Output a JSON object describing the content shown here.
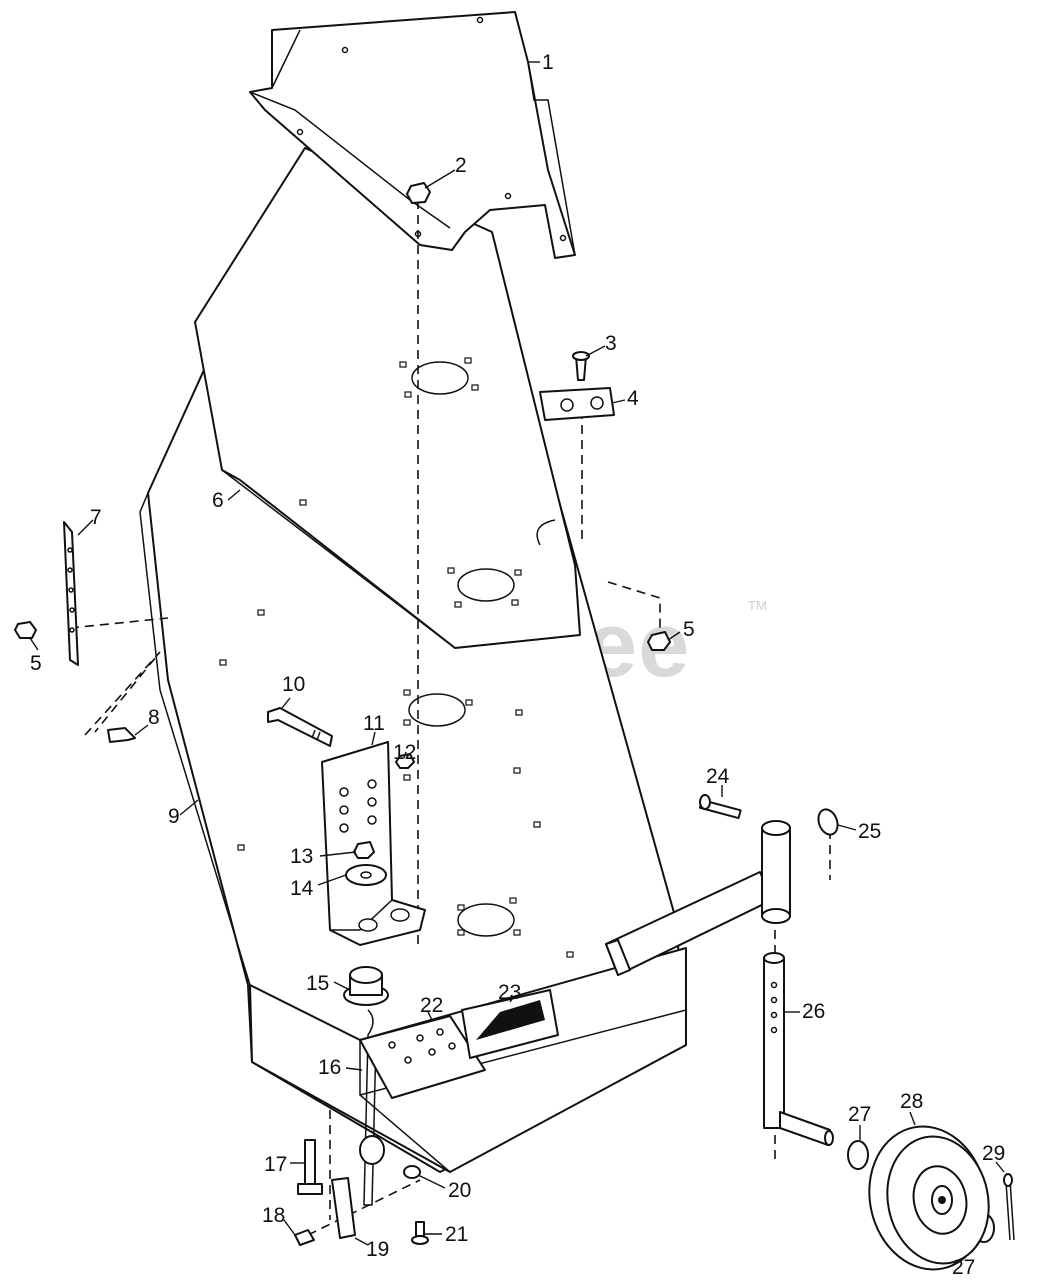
{
  "watermark": {
    "text": "PartsTree",
    "trademark": "TM"
  },
  "callouts": [
    {
      "id": "c1",
      "label": "1"
    },
    {
      "id": "c2",
      "label": "2"
    },
    {
      "id": "c3",
      "label": "3"
    },
    {
      "id": "c4",
      "label": "4"
    },
    {
      "id": "c5a",
      "label": "5"
    },
    {
      "id": "c5b",
      "label": "5"
    },
    {
      "id": "c6",
      "label": "6"
    },
    {
      "id": "c7",
      "label": "7"
    },
    {
      "id": "c8",
      "label": "8"
    },
    {
      "id": "c9",
      "label": "9"
    },
    {
      "id": "c10",
      "label": "10"
    },
    {
      "id": "c11",
      "label": "11"
    },
    {
      "id": "c12",
      "label": "12"
    },
    {
      "id": "c13",
      "label": "13"
    },
    {
      "id": "c14",
      "label": "14"
    },
    {
      "id": "c15",
      "label": "15"
    },
    {
      "id": "c16",
      "label": "16"
    },
    {
      "id": "c17",
      "label": "17"
    },
    {
      "id": "c18",
      "label": "18"
    },
    {
      "id": "c19",
      "label": "19"
    },
    {
      "id": "c20",
      "label": "20"
    },
    {
      "id": "c21",
      "label": "21"
    },
    {
      "id": "c22",
      "label": "22"
    },
    {
      "id": "c23",
      "label": "23"
    },
    {
      "id": "c24",
      "label": "24"
    },
    {
      "id": "c25",
      "label": "25"
    },
    {
      "id": "c26",
      "label": "26"
    },
    {
      "id": "c27a",
      "label": "27"
    },
    {
      "id": "c27b",
      "label": "27"
    },
    {
      "id": "c28",
      "label": "28"
    },
    {
      "id": "c29",
      "label": "29"
    }
  ]
}
